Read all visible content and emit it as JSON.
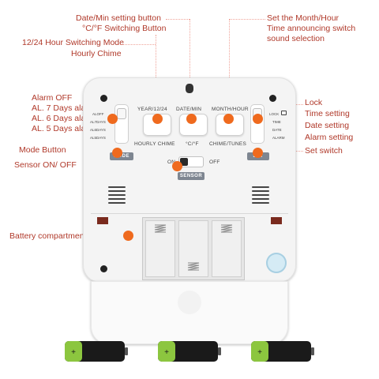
{
  "annotations": {
    "date_min_setting": "Date/Min setting button",
    "c_f_switching": "°C/°F Switching Button",
    "hour_mode_switching": "12/24 Hour Switching Mode",
    "hourly_chime": "Hourly Chime",
    "set_month_hour": "Set the Month/Hour",
    "time_announcing_switch": "Time announcing switch",
    "sound_selection": "sound selection",
    "alarm_off": "Alarm OFF",
    "al_7_days": "AL. 7 Days alarm",
    "al_6_days": "AL. 6 Days alarm",
    "al_5_days": "AL. 5 Days alarm",
    "mode_button": "Mode Button",
    "sensor_on_off": "Sensor ON/ OFF",
    "lock": "Lock",
    "time_setting": "Time setting",
    "date_setting": "Date setting",
    "alarm_setting": "Alarm setting",
    "set_switch": "Set switch",
    "battery_compartment": "Battery compartment"
  },
  "device": {
    "year_btn": "YEAR/12/24",
    "date_btn": "DATE/MIN",
    "month_btn": "MONTH/HOUR",
    "hourly_chime_label": "HOURLY CHIME",
    "cf_label": "°C/°F",
    "chime_tunes_label": "CHIME/TUNES",
    "mode_label": "MODE",
    "set_label": "SET",
    "on_label": "ON",
    "off_label": "OFF",
    "sensor_label": "SENSOR",
    "left_switch_positions": [
      "ALOFF",
      "AL7DAYS",
      "AL6DAYS",
      "AL5DAYS"
    ],
    "right_switch_positions": [
      "LOCK",
      "TIME",
      "DATE",
      "ALARM"
    ]
  },
  "colors": {
    "annotation_text": "#b0392a",
    "marker": "#ef6a1e",
    "battery_body": "#1a1a1a",
    "battery_band": "#8cc63f"
  },
  "icons": {
    "lock": "lock-icon",
    "battery": "battery-icon"
  }
}
